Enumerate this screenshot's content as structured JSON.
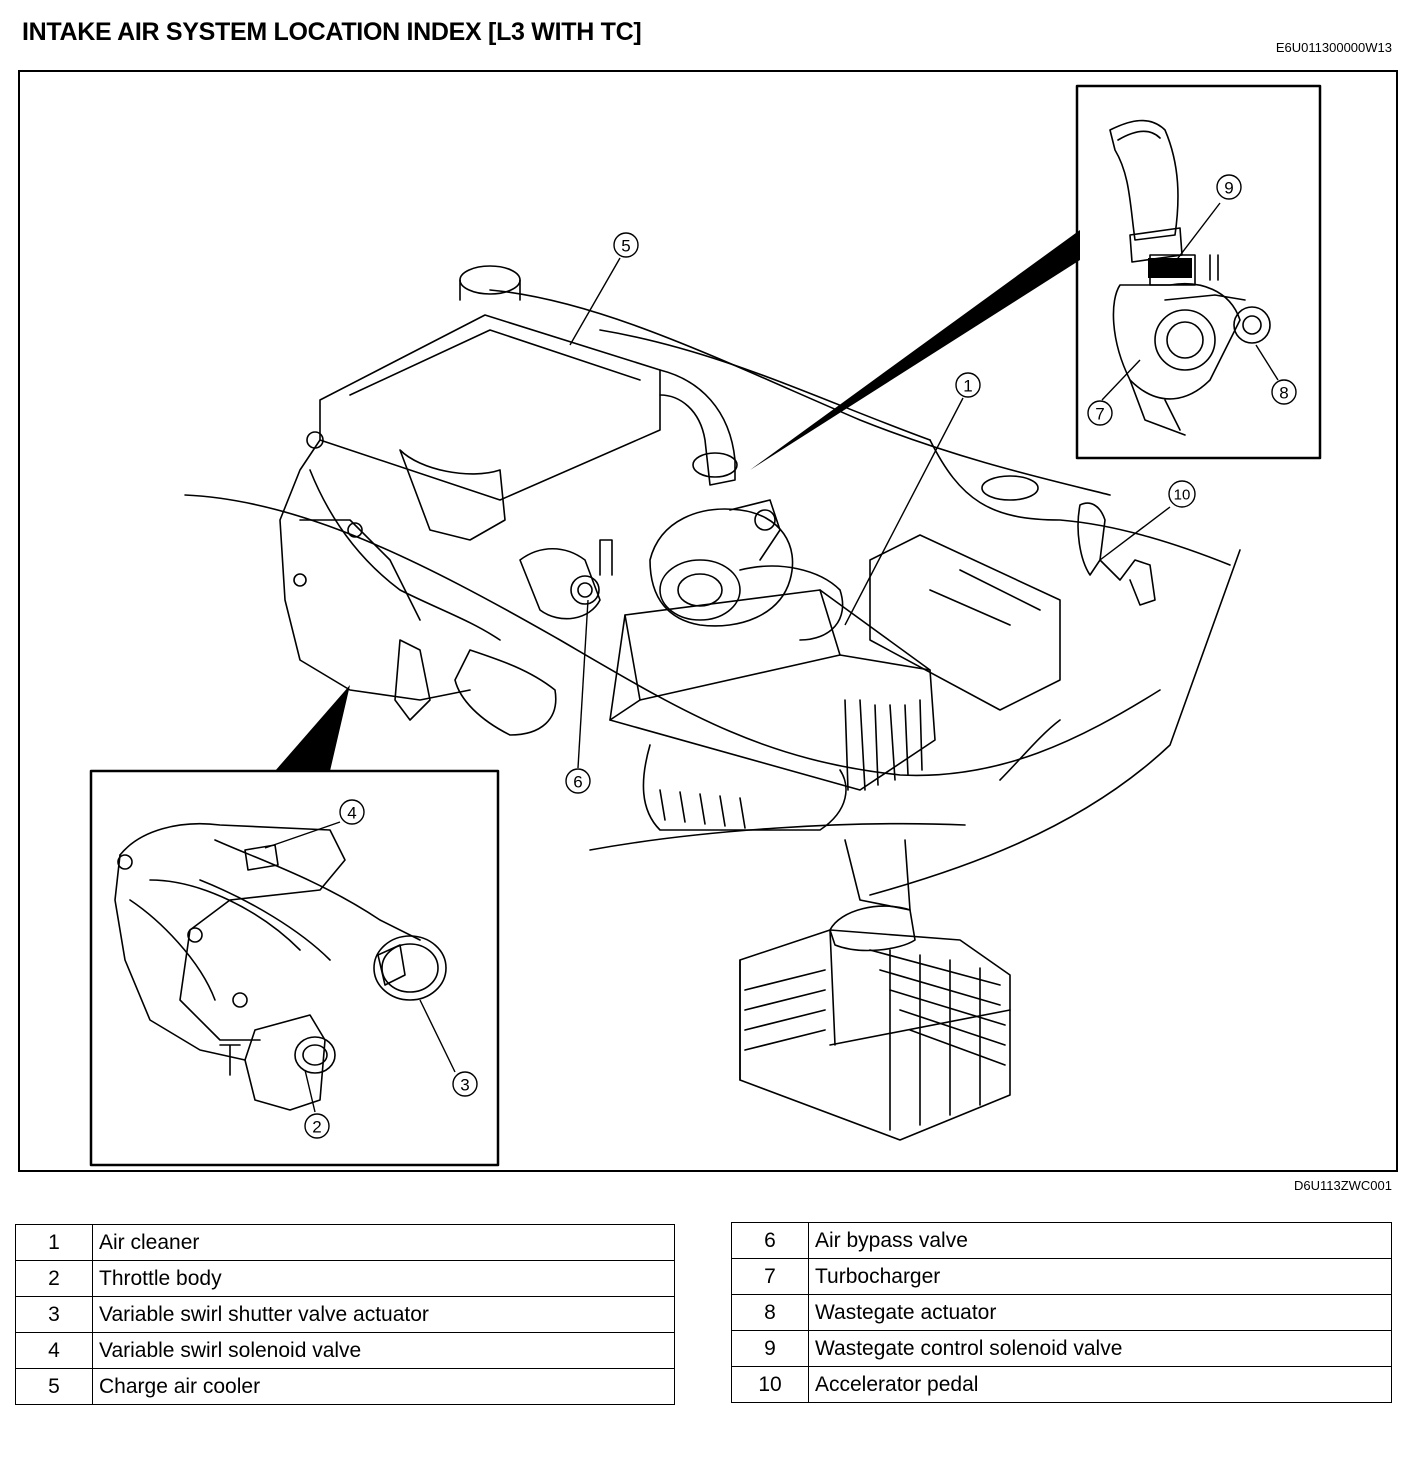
{
  "header": {
    "title": "INTAKE AIR SYSTEM LOCATION INDEX [L3 WITH TC]",
    "doc_code": "E6U011300000W13"
  },
  "figure": {
    "code": "D6U113ZWC001",
    "callouts": [
      "1",
      "2",
      "3",
      "4",
      "5",
      "6",
      "7",
      "8",
      "9",
      "10"
    ]
  },
  "legend": {
    "left": [
      {
        "num": "1",
        "label": "Air cleaner"
      },
      {
        "num": "2",
        "label": "Throttle body"
      },
      {
        "num": "3",
        "label": "Variable swirl shutter valve actuator"
      },
      {
        "num": "4",
        "label": "Variable swirl solenoid valve"
      },
      {
        "num": "5",
        "label": "Charge air cooler"
      }
    ],
    "right": [
      {
        "num": "6",
        "label": "Air bypass valve"
      },
      {
        "num": "7",
        "label": "Turbocharger"
      },
      {
        "num": "8",
        "label": "Wastegate actuator"
      },
      {
        "num": "9",
        "label": "Wastegate control solenoid valve"
      },
      {
        "num": "10",
        "label": "Accelerator pedal"
      }
    ]
  }
}
